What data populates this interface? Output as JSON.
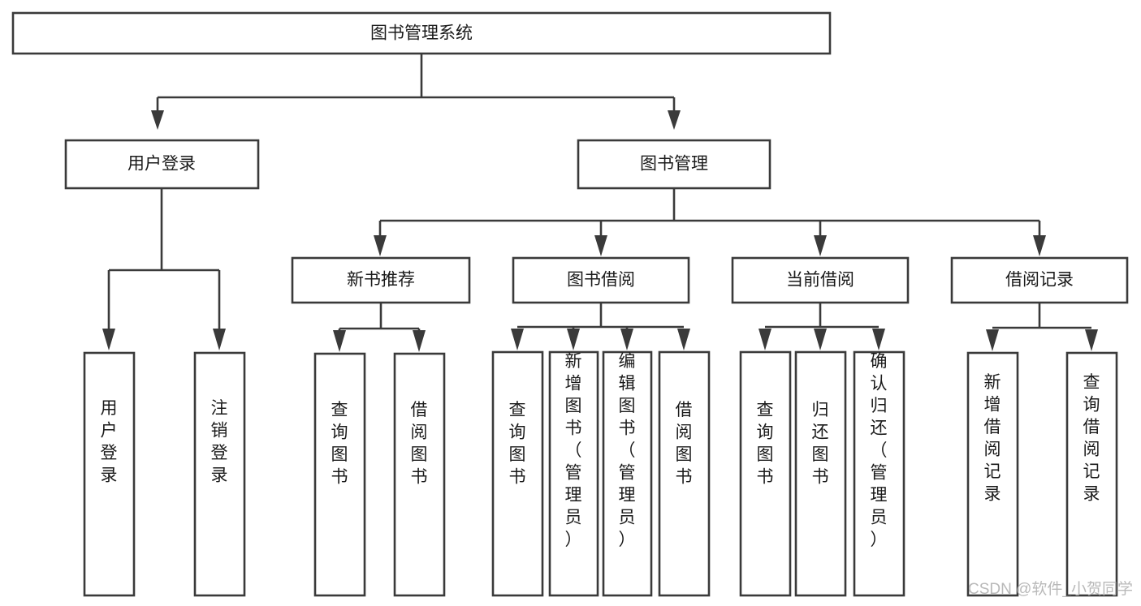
{
  "diagram": {
    "type": "tree",
    "title": "图书管理系统",
    "watermark": "CSDN @软件_小贺同学",
    "colors": {
      "background": "#ffffff",
      "node_fill": "#ffffff",
      "node_stroke": "#3a3a3a",
      "text": "#1a1a1a",
      "watermark": "#b9b9b9"
    },
    "levels": {
      "level1": [
        {
          "id": "root",
          "label": "图书管理系统",
          "orientation": "horizontal"
        }
      ],
      "level2": [
        {
          "id": "user-login",
          "label": "用户登录",
          "orientation": "horizontal",
          "parent": "root"
        },
        {
          "id": "book-manage",
          "label": "图书管理",
          "orientation": "horizontal",
          "parent": "root"
        }
      ],
      "level3": [
        {
          "id": "new-book-rec",
          "label": "新书推荐",
          "orientation": "horizontal",
          "parent": "book-manage"
        },
        {
          "id": "book-borrow",
          "label": "图书借阅",
          "orientation": "horizontal",
          "parent": "book-manage"
        },
        {
          "id": "current-borrow",
          "label": "当前借阅",
          "orientation": "horizontal",
          "parent": "book-manage"
        },
        {
          "id": "borrow-record",
          "label": "借阅记录",
          "orientation": "horizontal",
          "parent": "book-manage"
        }
      ],
      "level4": [
        {
          "id": "leaf-user-login",
          "label": "用户登录",
          "orientation": "vertical",
          "parent": "user-login"
        },
        {
          "id": "leaf-user-logout",
          "label": "注销登录",
          "orientation": "vertical",
          "parent": "user-login"
        },
        {
          "id": "leaf-query-book-1",
          "label": "查询图书",
          "orientation": "vertical",
          "parent": "new-book-rec"
        },
        {
          "id": "leaf-borrow-book-1",
          "label": "借阅图书",
          "orientation": "vertical",
          "parent": "new-book-rec"
        },
        {
          "id": "leaf-query-book-2",
          "label": "查询图书",
          "orientation": "vertical",
          "parent": "book-borrow"
        },
        {
          "id": "leaf-add-book",
          "label": "新增图书（管理员）",
          "orientation": "vertical",
          "parent": "book-borrow"
        },
        {
          "id": "leaf-edit-book",
          "label": "编辑图书（管理员）",
          "orientation": "vertical",
          "parent": "book-borrow"
        },
        {
          "id": "leaf-borrow-book-2",
          "label": "借阅图书",
          "orientation": "vertical",
          "parent": "book-borrow"
        },
        {
          "id": "leaf-query-book-3",
          "label": "查询图书",
          "orientation": "vertical",
          "parent": "current-borrow"
        },
        {
          "id": "leaf-return-book",
          "label": "归还图书",
          "orientation": "vertical",
          "parent": "current-borrow"
        },
        {
          "id": "leaf-confirm-return",
          "label": "确认归还（管理员）",
          "orientation": "vertical",
          "parent": "current-borrow"
        },
        {
          "id": "leaf-add-record",
          "label": "新增借阅记录",
          "orientation": "vertical",
          "parent": "borrow-record"
        },
        {
          "id": "leaf-query-record",
          "label": "查询借阅记录",
          "orientation": "vertical",
          "parent": "borrow-record"
        }
      ]
    }
  }
}
